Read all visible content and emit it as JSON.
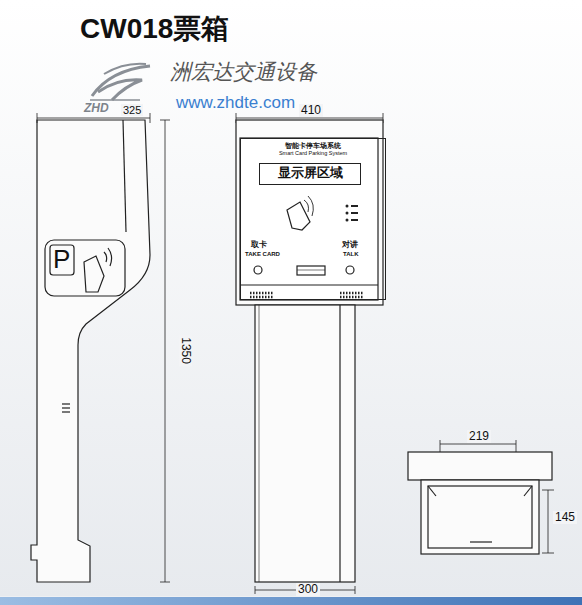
{
  "diagram": {
    "title": "CW018票箱",
    "nodes": [
      {
        "text": [
          "智能卡停车场系统",
          "Smart Card Parking System"
        ]
      },
      {
        "text": [
          "显示屏区域"
        ],
        "in": 0
      }
    ],
    "edges": [],
    "labels": [
      "ZHD",
      "洲宏达交通设备",
      "www.zhdte.com",
      "325",
      "1350",
      "P",
      "410",
      "取卡",
      "TAKE CARD",
      "对讲",
      "TALK",
      "300",
      "219",
      "145"
    ]
  }
}
